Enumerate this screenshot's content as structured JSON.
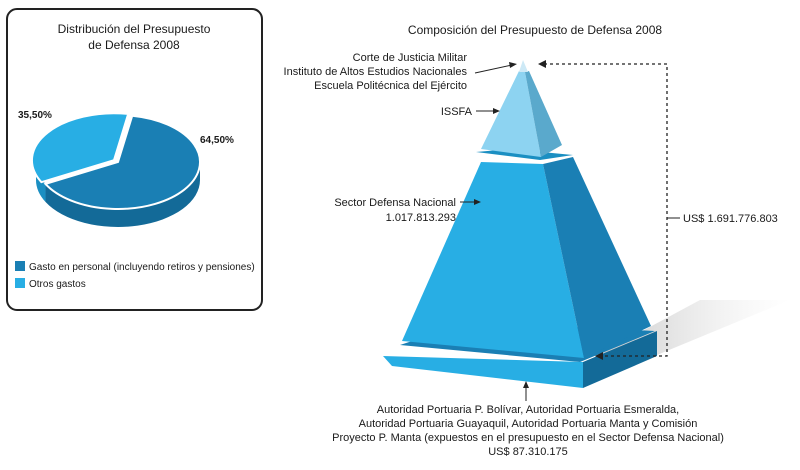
{
  "colors": {
    "personal": "#1a7fb4",
    "personal_dark": "#136a98",
    "otros": "#28aee4",
    "otros_dark": "#1b8fc2",
    "issfa": "#8dd3f1",
    "issfa_dark": "#5aa9cc",
    "top": "#cde9f6"
  },
  "chart_data": [
    {
      "type": "pie",
      "title_lines": [
        "Distribución del Presupuesto",
        "de Defensa 2008"
      ],
      "slices": [
        {
          "label": "Gasto en personal (incluyendo retiros y pensiones)",
          "value": 64.5,
          "display": "64,50%"
        },
        {
          "label": "Otros gastos",
          "value": 35.5,
          "display": "35,50%"
        }
      ],
      "legend": "bottom-left"
    },
    {
      "type": "diagram",
      "title": "Composición del Presupuesto de Defensa 2008",
      "layers": [
        {
          "id": "top",
          "label_lines": [
            "Corte de Justicia Militar",
            "Instituto de Altos Estudios Nacionales",
            "Escuela Politécnica del Ejército"
          ]
        },
        {
          "id": "issfa",
          "label_lines": [
            "ISSFA"
          ]
        },
        {
          "id": "sector",
          "label_lines": [
            "Sector Defensa Nacional",
            "1.017.813.293"
          ]
        },
        {
          "id": "base",
          "label_lines": [
            "Autoridad Portuaria P. Bolívar, Autoridad Portuaria Esmeralda,",
            "Autoridad Portuaria Guayaquil, Autoridad Portuaria Manta y Comisión",
            "Proyecto P. Manta (expuestos en el presupuesto en el Sector Defensa Nacional)",
            "US$ 87.310.175"
          ]
        }
      ],
      "total_label": "US$ 1.691.776.803"
    }
  ]
}
